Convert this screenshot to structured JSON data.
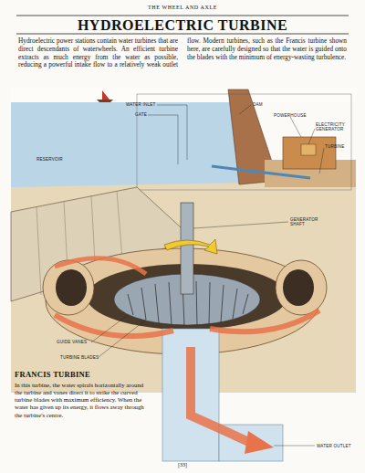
{
  "diagram": {
    "title": "HYDROELECTRIC TURBINE",
    "labels": [
      "THE WHEEL AND AXLE",
      "Hydroelectric power stations contain water turbines that are direct descendants of waterwheels. An efficient turbine extracts as much energy from the water as possible, reducing a powerful intake flow to a relatively weak outlet flow. Modern turbines, such as the Francis turbine shown here, are carefully designed so that the water is guided onto the blades with the minimum of energy-wasting turbulence.",
      "WATER INLET",
      "GATE",
      "DAM",
      "POWERHOUSE",
      "ELECTRICITY GENERATOR",
      "TURBINE",
      "RESERVOIR",
      "GENERATOR SHAFT",
      "GUIDE VANES",
      "TURBINE BLADES",
      "FRANCIS TURBINE",
      "In this turbine, the water spirals horizontally around the turbine and vanes direct it to strike the curved turbine blades with maximum efficiency. When the water has given up its energy, it flows away through the turbine's centre.",
      "WATER OUTLET",
      "[33]"
    ]
  }
}
